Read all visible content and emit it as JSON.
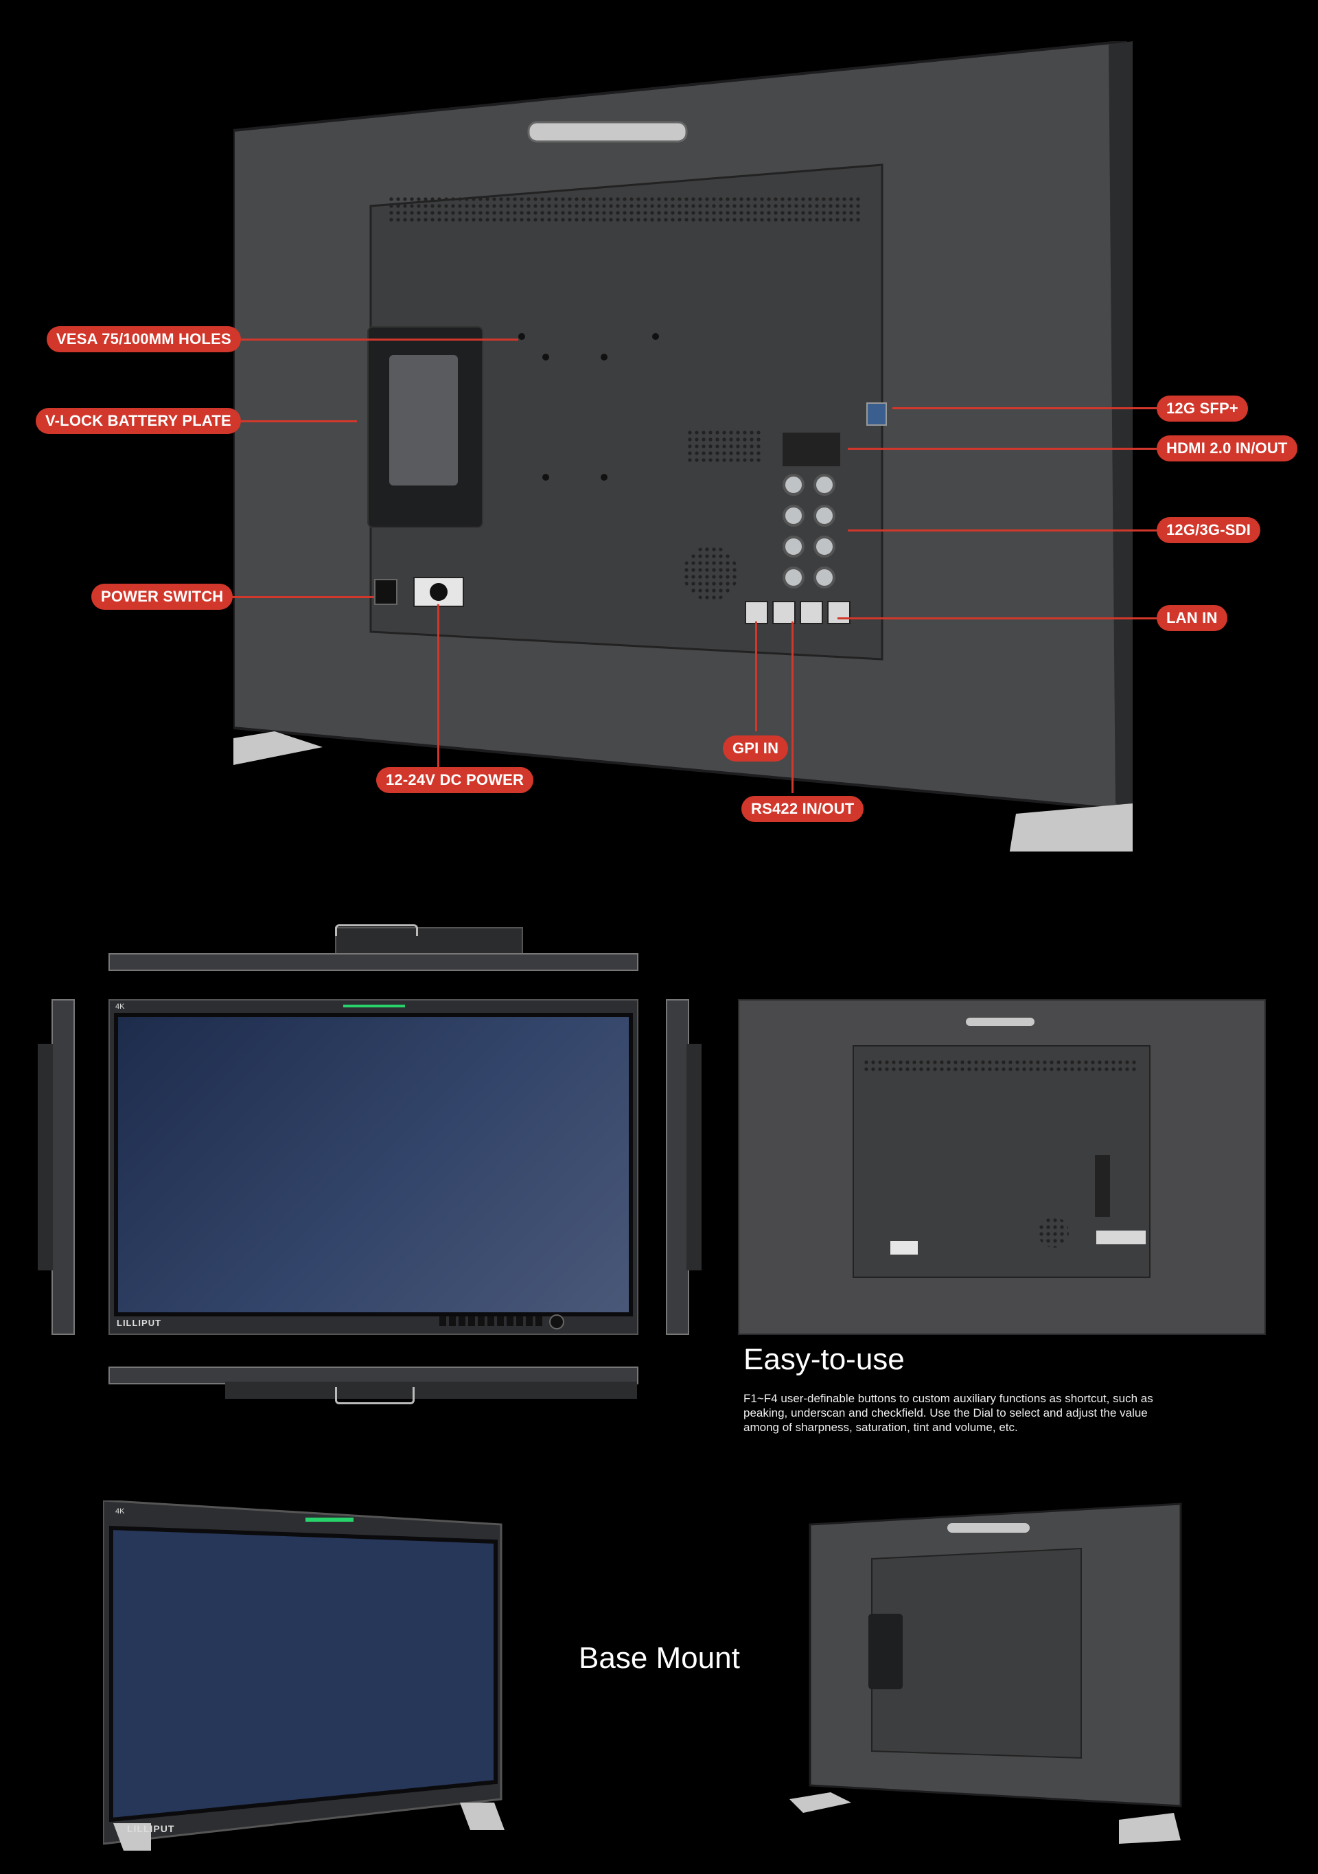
{
  "callouts": {
    "vesa": "VESA 75/100MM HOLES",
    "vlock": "V-LOCK BATTERY PLATE",
    "power_switch": "POWER SWITCH",
    "dc_power": "12-24V DC POWER",
    "gpi": "GPI IN",
    "rs422": "RS422 IN/OUT",
    "sfp": "12G SFP+",
    "hdmi": "HDMI 2.0 IN/OUT",
    "sdi": "12G/3G-SDI",
    "lan": "LAN IN"
  },
  "front": {
    "badge": "4K",
    "brand": "LILLIPUT"
  },
  "easy": {
    "title": "Easy-to-use",
    "description": "F1~F4 user-definable buttons to custom auxiliary functions as shortcut, such as peaking, underscan and checkfield. Use the Dial to select and adjust the value among of sharpness, saturation, tint and volume, etc."
  },
  "base_mount": {
    "title": "Base Mount"
  },
  "colors": {
    "accent": "#d2372b",
    "background": "#000000"
  }
}
